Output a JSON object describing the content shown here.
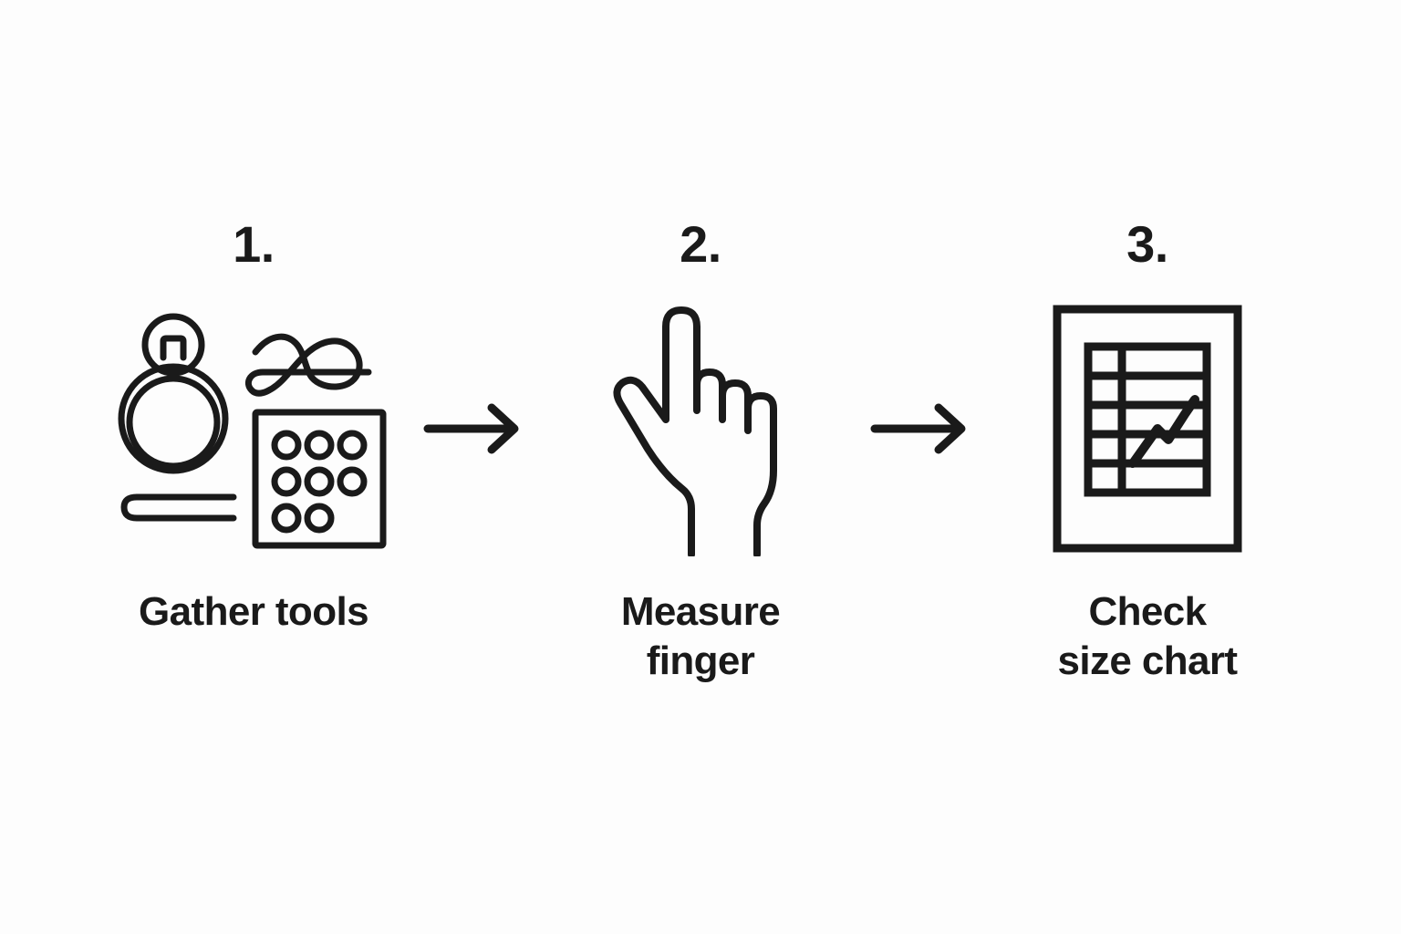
{
  "background_color": "#fdfdfd",
  "stroke_color": "#1a1a1a",
  "steps": [
    {
      "number": "1.",
      "label": "Gather tools",
      "icons": [
        "ring-icon",
        "string-icon",
        "measuring-strip-icon",
        "ring-sizer-card-icon"
      ]
    },
    {
      "number": "2.",
      "label": "Measure\nfinger",
      "icons": [
        "pointing-hand-icon"
      ]
    },
    {
      "number": "3.",
      "label": "Check\nsize chart",
      "icons": [
        "size-chart-document-icon"
      ]
    }
  ],
  "arrows": [
    {
      "name": "arrow-step1-to-step2",
      "direction": "right"
    },
    {
      "name": "arrow-step2-to-step3",
      "direction": "right"
    }
  ]
}
